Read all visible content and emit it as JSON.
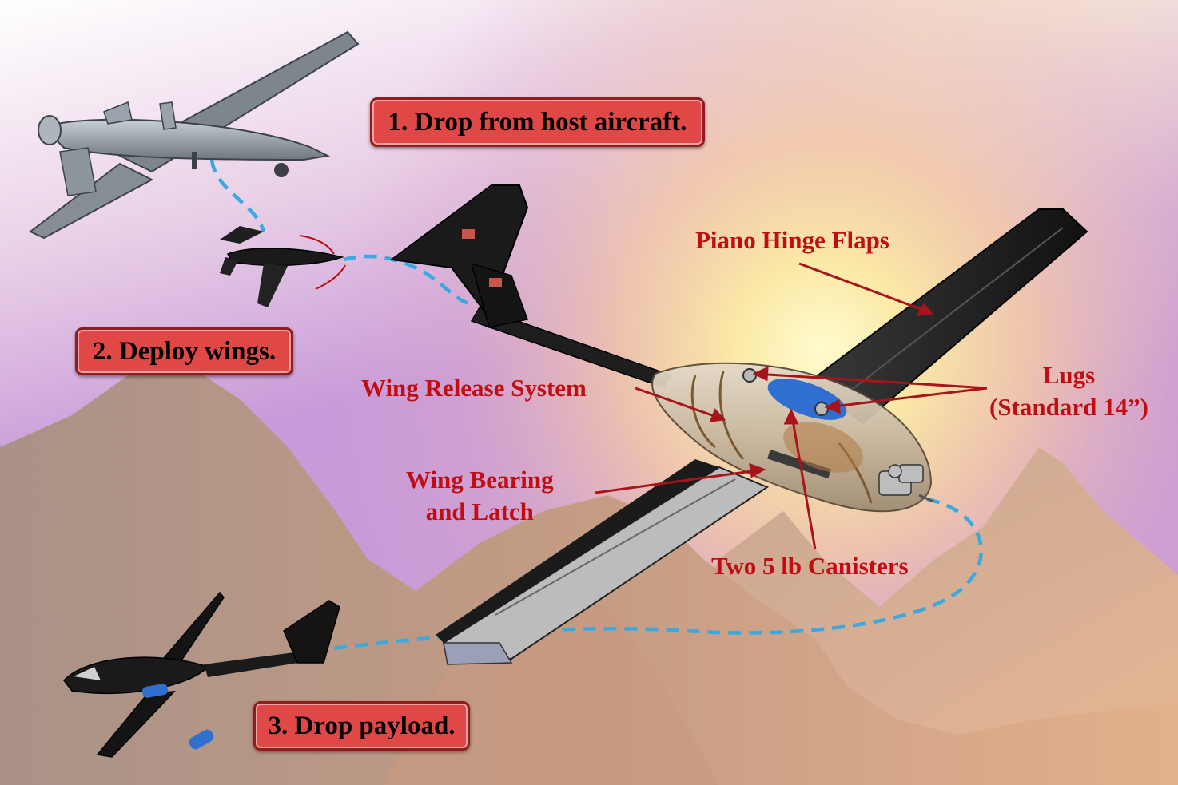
{
  "steps": [
    {
      "id": "drop-host",
      "label": "1. Drop from host aircraft."
    },
    {
      "id": "deploy-wings",
      "label": "2. Deploy wings."
    },
    {
      "id": "drop-payload",
      "label": "3. Drop payload."
    }
  ],
  "callouts": {
    "piano_hinge_flaps": "Piano Hinge Flaps",
    "lugs_line1": "Lugs",
    "lugs_line2": "(Standard 14”)",
    "wing_release_system": "Wing Release System",
    "wing_bearing_line1": "Wing Bearing",
    "wing_bearing_line2": "and Latch",
    "two_canisters": "Two 5 lb Canisters"
  },
  "colors": {
    "callout_text": "#c00d12",
    "leader_line": "#a8141b",
    "step_box_fill": "#e04848",
    "step_box_border": "#8e1d1d",
    "flight_path": "#39a9e0",
    "payload_canister": "#2f6fd0",
    "aircraft_body": "#1c1c1c",
    "host_aircraft": "#9aa3ab",
    "mountain": "#b99484"
  },
  "icons": [
    "host-aircraft-icon",
    "folded-wing-uav-icon",
    "deployed-uav-icon",
    "uav-cutaway-icon",
    "payload-canister-icon",
    "mountain-range-icon"
  ]
}
